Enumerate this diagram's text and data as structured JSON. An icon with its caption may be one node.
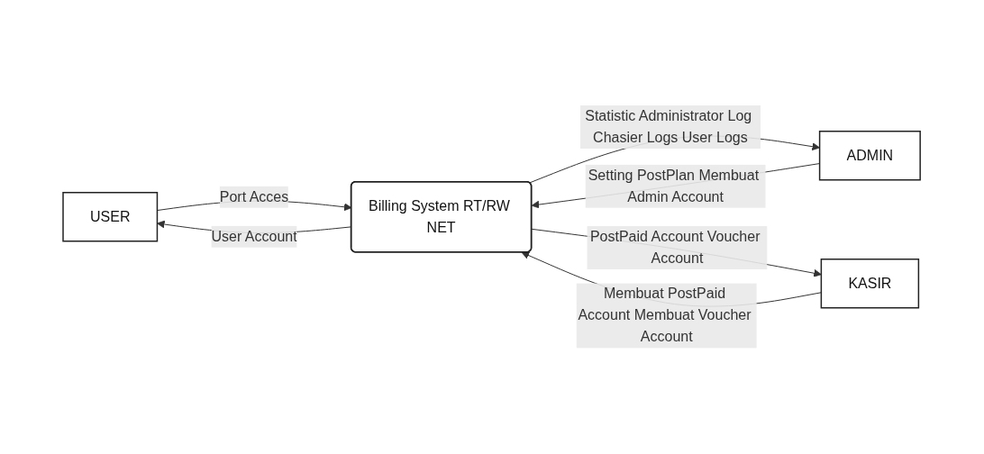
{
  "diagram": {
    "nodes": [
      {
        "text": [
          "USER"
        ]
      },
      {
        "text": [
          "Billing System RT/RW NET"
        ]
      },
      {
        "text": [
          "ADMIN"
        ]
      },
      {
        "text": [
          "KASIR"
        ]
      }
    ],
    "edges": [
      {
        "from": 1,
        "to": 0,
        "arrow": "to",
        "label": "User Account"
      },
      {
        "from": 0,
        "to": 1,
        "arrow": "to",
        "label": "Port Acces"
      },
      {
        "from": 1,
        "to": 2,
        "arrow": "to",
        "label": "Statistic Administrator Log Chasier Logs User Logs"
      },
      {
        "from": 2,
        "to": 1,
        "arrow": "to",
        "label": "Setting PostPlan Membuat Admin Account"
      },
      {
        "from": 1,
        "to": 3,
        "arrow": "to",
        "label": "PostPaid Account Voucher Account"
      },
      {
        "from": 3,
        "to": 1,
        "arrow": "to",
        "label": "Membuat PostPaid Account Membuat Voucher Account"
      }
    ]
  }
}
